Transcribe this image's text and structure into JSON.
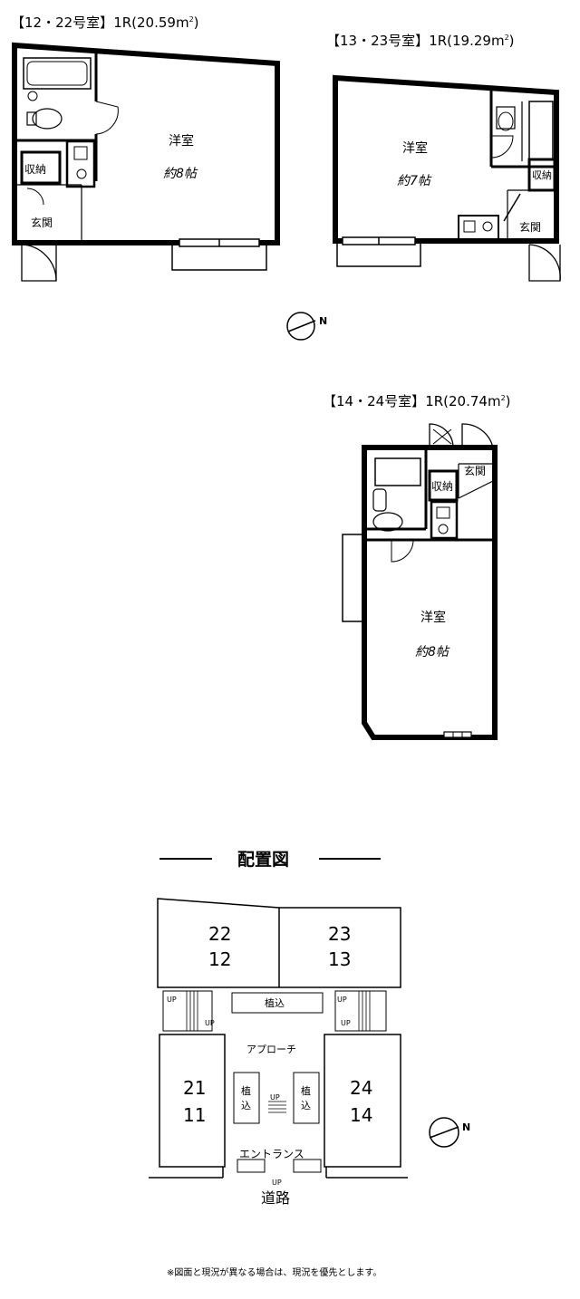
{
  "plans": [
    {
      "title_bracket": "【12・22号室】",
      "title_spec": "1R(20.59m",
      "title_sup": "2",
      "title_close": ")",
      "room_label": "洋室",
      "room_size": "約8帖",
      "storage": "収納",
      "entrance": "玄関"
    },
    {
      "title_bracket": "【13・23号室】",
      "title_spec": "1R(19.29m",
      "title_sup": "2",
      "title_close": ")",
      "room_label": "洋室",
      "room_size": "約7帖",
      "storage": "収納",
      "entrance": "玄関"
    },
    {
      "title_bracket": "【14・24号室】",
      "title_spec": "1R(20.74m",
      "title_sup": "2",
      "title_close": ")",
      "room_label": "洋室",
      "room_size": "約8帖",
      "storage": "収納",
      "entrance": "玄関"
    }
  ],
  "compass": {
    "label": "N"
  },
  "site_plan": {
    "title": "配置図",
    "units": [
      {
        "top": "22",
        "bottom": "12"
      },
      {
        "top": "23",
        "bottom": "13"
      },
      {
        "top": "21",
        "bottom": "11"
      },
      {
        "top": "24",
        "bottom": "14"
      }
    ],
    "planting": "植込",
    "planting_left_top": "植",
    "planting_left_bottom": "込",
    "planting_right_top": "植",
    "planting_right_bottom": "込",
    "approach": "アプローチ",
    "entrance": "エントランス",
    "up": "UP",
    "road": "道路"
  },
  "footnote": "※図面と現況が異なる場合は、現況を優先とします。"
}
